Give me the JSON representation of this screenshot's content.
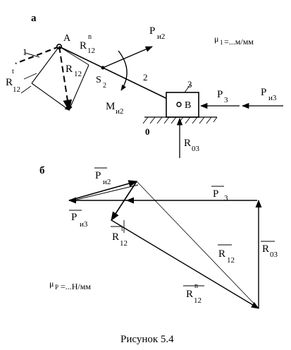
{
  "labels": {
    "part_a": "а",
    "part_b": "б",
    "A": "A",
    "B": "B",
    "S2": "S",
    "S2_sub": "2",
    "link1": "1",
    "link2": "2",
    "link3": "3",
    "ground": "0",
    "Rn12": "R",
    "Rn12_sup": "n",
    "Rn12_sub": "12",
    "R12": "R",
    "R12_sub": "12",
    "Rt12": "R",
    "Rt12_sup": "t",
    "Rt12_sub": "12",
    "Pi2": "P",
    "Pi2_sub": "и2",
    "Mi2": "M",
    "Mi2_sub": "и2",
    "P3": "P",
    "P3_sub": "3",
    "Pi3": "P",
    "Pi3_sub": "и3",
    "R03": "R",
    "R03_sub": "03",
    "mu1": "μ",
    "mu1_sub": "1",
    "mu1_val": "=...м/мм",
    "muP": "μ",
    "muP_sub": "P",
    "muP_val": "=...Н/мм",
    "caption": "Рисунок 5.4"
  }
}
